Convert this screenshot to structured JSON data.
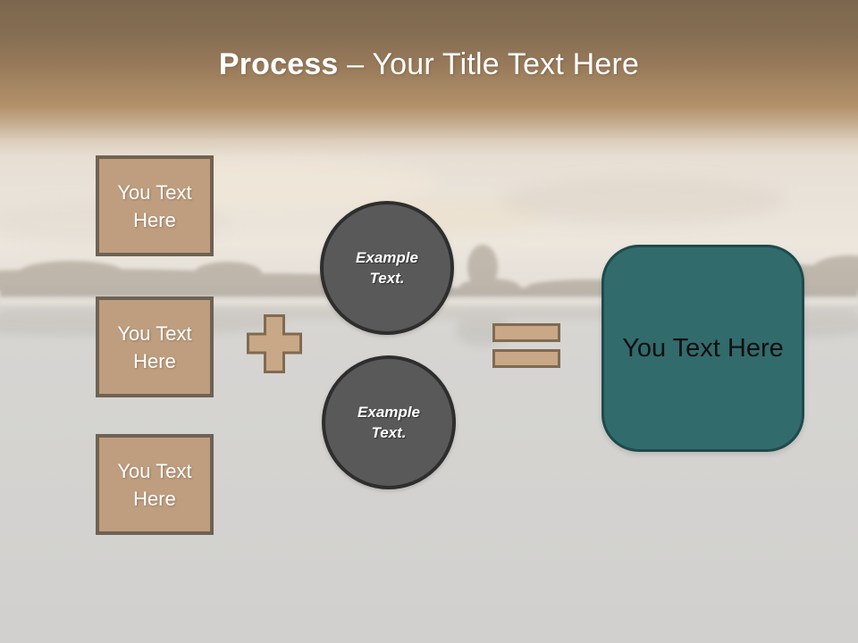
{
  "slide": {
    "title": {
      "bold": "Process",
      "rest": "– Your Title Text Here"
    }
  },
  "process": {
    "input_boxes": [
      {
        "label": "You Text Here"
      },
      {
        "label": "You Text Here"
      },
      {
        "label": "You Text Here"
      }
    ],
    "operators": {
      "plus_icon": "plus-icon",
      "equals_icon": "equals-icon"
    },
    "example_circles": [
      {
        "label": "Example Text."
      },
      {
        "label": "Example Text."
      }
    ],
    "result_box": {
      "label": "You Text Here"
    }
  },
  "background": {
    "description_icon": "lake-photo-background"
  },
  "colors": {
    "tan_fill": "#BF9E7F",
    "tan_border": "#6F6253",
    "operator_fill": "#C9A887",
    "operator_border": "#806B50",
    "circle_fill": "#595959",
    "circle_border": "#2E2E2E",
    "teal_fill": "#326B6C",
    "teal_border": "#1E4A4C",
    "title_text": "#FFFFFF"
  }
}
